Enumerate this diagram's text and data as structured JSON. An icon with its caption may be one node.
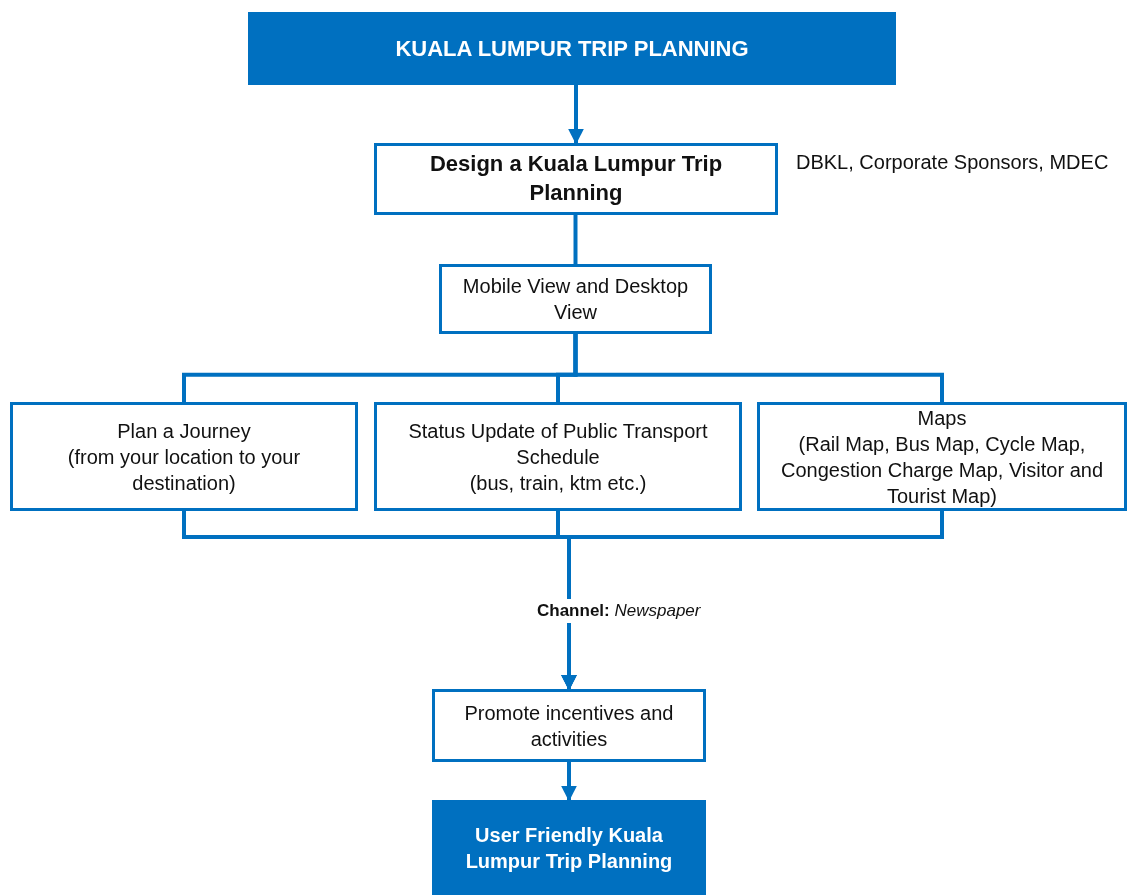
{
  "diagram": {
    "title": "KUALA LUMPUR TRIP PLANNING",
    "nodes": [
      {
        "text": [
          "Design a Kuala Lumpur Trip Planning"
        ],
        "beside": [
          "DBKL, Corporate Sponsors, MDEC"
        ]
      },
      {
        "text": [
          "Mobile View and Desktop View"
        ]
      },
      {
        "text": [
          "Plan a Journey",
          "(from your location to your destination)"
        ]
      },
      {
        "text": [
          "Status Update of Public Transport Schedule",
          "(bus, train, ktm etc.)"
        ]
      },
      {
        "text": [
          "Maps",
          "(Rail Map, Bus Map, Cycle Map, Congestion Charge Map, Visitor and Tourist Map)"
        ]
      },
      {
        "text": [
          "Promote incentives and activities"
        ]
      },
      {
        "text": [
          "User Friendly Kuala Lumpur Trip Planning"
        ]
      }
    ],
    "edges": [
      {
        "from": null,
        "to": 0,
        "arrow": "to"
      },
      {
        "from": 0,
        "to": 1,
        "arrow": "none"
      },
      {
        "from": 1,
        "to": 2,
        "arrow": "none"
      },
      {
        "from": 1,
        "to": 3,
        "arrow": "none"
      },
      {
        "from": 1,
        "to": 4,
        "arrow": "none"
      },
      {
        "from": 2,
        "to": 5,
        "arrow": "to"
      },
      {
        "from": 3,
        "to": 5,
        "arrow": "to",
        "label": "**Channel:** *Newspaper*"
      },
      {
        "from": 4,
        "to": 5,
        "arrow": "to"
      },
      {
        "from": 5,
        "to": 6,
        "arrow": "to"
      }
    ]
  }
}
